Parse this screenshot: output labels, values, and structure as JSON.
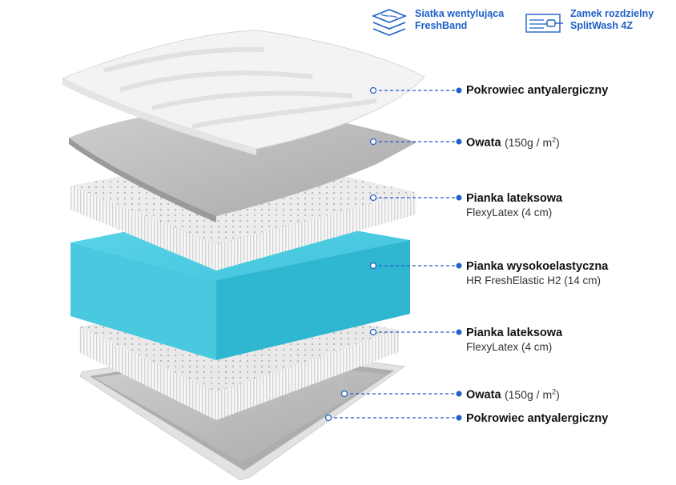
{
  "features": [
    {
      "icon": "mesh-layers-icon",
      "line1": "Siatka wentylująca",
      "line2": "FreshBand"
    },
    {
      "icon": "zipper-icon",
      "line1": "Zamek rozdzielny",
      "line2": "SplitWash 4Z"
    }
  ],
  "layers": [
    {
      "title": "Pokrowiec antyalergiczny",
      "extra": "",
      "sub": ""
    },
    {
      "title": "Owata",
      "extra": "(150g / m",
      "extra_sup": "2",
      "extra_end": ")",
      "sub": ""
    },
    {
      "title": "Pianka lateksowa",
      "extra": "",
      "sub": "FlexyLatex (4 cm)"
    },
    {
      "title": "Pianka wysokoelastyczna",
      "extra": "",
      "sub": "HR FreshElastic H2 (14 cm)"
    },
    {
      "title": "Pianka lateksowa",
      "extra": "",
      "sub": "FlexyLatex (4 cm)"
    },
    {
      "title": "Owata",
      "extra": "(150g / m",
      "extra_sup": "2",
      "extra_end": ")",
      "sub": ""
    },
    {
      "title": "Pokrowiec antyalergiczny",
      "extra": "",
      "sub": ""
    }
  ],
  "colors": {
    "accent": "#1f5fc8",
    "foam_blue": "#4fd0e6",
    "latex": "#ededed",
    "wadding": "#b9b9b9",
    "cover": "#f4f4f4"
  }
}
